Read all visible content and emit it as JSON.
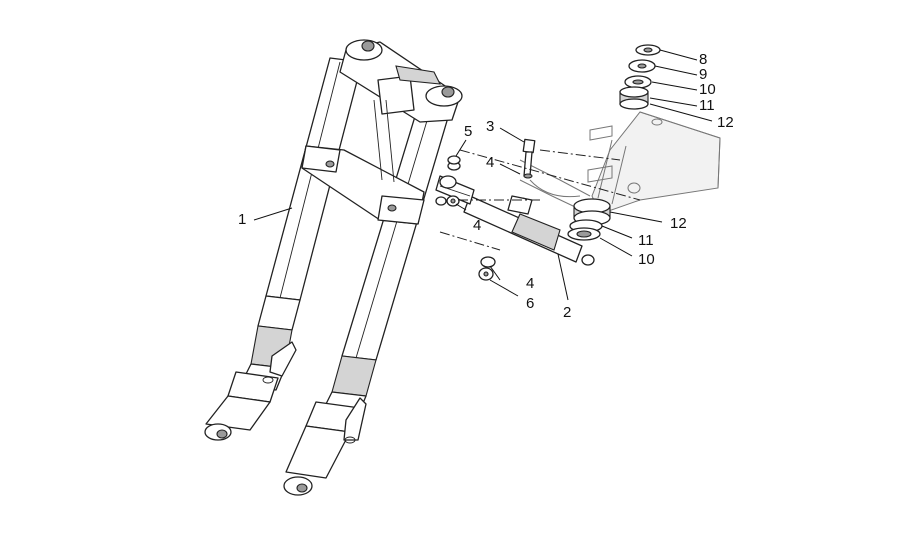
{
  "callouts": [
    {
      "id": "c1",
      "label": "1"
    },
    {
      "id": "c2",
      "label": "2"
    },
    {
      "id": "c3",
      "label": "3"
    },
    {
      "id": "c4a",
      "label": "4"
    },
    {
      "id": "c4b",
      "label": "4"
    },
    {
      "id": "c4c",
      "label": "4"
    },
    {
      "id": "c5",
      "label": "5"
    },
    {
      "id": "c6",
      "label": "6"
    },
    {
      "id": "c8",
      "label": "8"
    },
    {
      "id": "c9",
      "label": "9"
    },
    {
      "id": "c10a",
      "label": "10"
    },
    {
      "id": "c11a",
      "label": "11"
    },
    {
      "id": "c12a",
      "label": "12"
    },
    {
      "id": "c12b",
      "label": "12"
    },
    {
      "id": "c11b",
      "label": "11"
    },
    {
      "id": "c10b",
      "label": "10"
    }
  ]
}
